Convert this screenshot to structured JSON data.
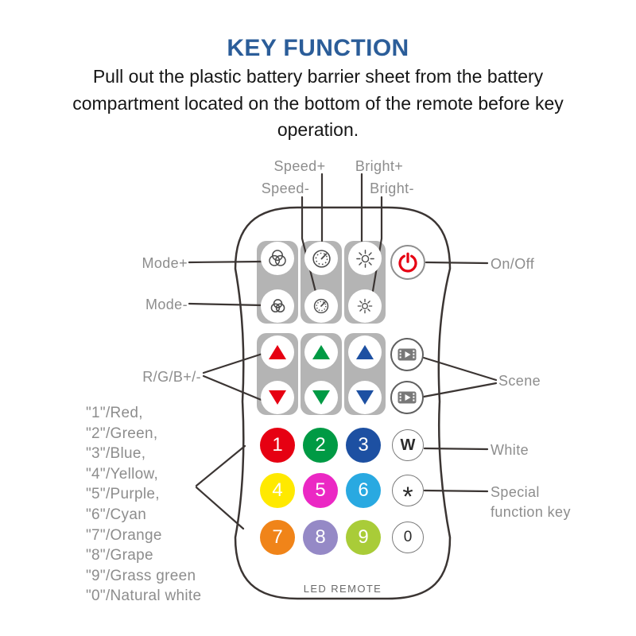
{
  "header": {
    "title": "KEY FUNCTION",
    "description": "Pull out the plastic battery barrier sheet from the battery compartment located on the bottom of the remote before key operation."
  },
  "remote": {
    "brand": "LED REMOTE"
  },
  "callouts": {
    "speed_plus": "Speed+",
    "speed_minus": "Speed-",
    "bright_plus": "Bright+",
    "bright_minus": "Bright-",
    "mode_plus": "Mode+",
    "mode_minus": "Mode-",
    "rgb": "R/G/B+/-",
    "on_off": "On/Off",
    "scene": "Scene",
    "white": "White",
    "special": "Special function key",
    "keys_legend": [
      "\"1\"/Red,",
      "\"2\"/Green,",
      "\"3\"/Blue,",
      "\"4\"/Yellow,",
      "\"5\"/Purple,",
      "\"6\"/Cyan",
      "\"7\"/Orange",
      "\"8\"/Grape",
      "\"9\"/Grass green",
      "\"0\"/Natural white"
    ]
  },
  "arrows": {
    "red": "#e60012",
    "green": "#009a44",
    "blue": "#1d50a2"
  },
  "keypad": [
    {
      "label": "1",
      "bg": "#e60012",
      "fg": "#ffffff"
    },
    {
      "label": "2",
      "bg": "#009a44",
      "fg": "#ffffff"
    },
    {
      "label": "3",
      "bg": "#1d50a2",
      "fg": "#ffffff"
    },
    {
      "label": "W",
      "bg": "#ffffff",
      "fg": "#2b2b2b"
    },
    {
      "label": "4",
      "bg": "#ffe900",
      "fg": "#ffffff"
    },
    {
      "label": "5",
      "bg": "#eb28c4",
      "fg": "#ffffff"
    },
    {
      "label": "6",
      "bg": "#29a9e1",
      "fg": "#ffffff"
    },
    {
      "label": "*",
      "bg": "#ffffff",
      "fg": "#2b2b2b"
    },
    {
      "label": "7",
      "bg": "#f08419",
      "fg": "#ffffff"
    },
    {
      "label": "8",
      "bg": "#9589c6",
      "fg": "#ffffff"
    },
    {
      "label": "9",
      "bg": "#a9cc38",
      "fg": "#ffffff"
    },
    {
      "label": "0",
      "bg": "#ffffff",
      "fg": "#2b2b2b"
    }
  ],
  "colors": {
    "title_blue": "#2b5d99",
    "label_gray": "#8d8d8d",
    "line_dark": "#3b3533",
    "pad_gray": "#b4b4b4",
    "power_red": "#e60012"
  }
}
